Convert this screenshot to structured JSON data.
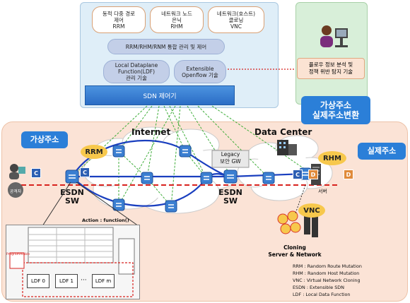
{
  "controller": {
    "top_boxes": [
      {
        "line1": "동적 다중 경로",
        "line2": "제어",
        "line3": "RRM"
      },
      {
        "line1": "네트워크 노드",
        "line2": "은닉",
        "line3": "RHM"
      },
      {
        "line1": "네트워크(호스트)",
        "line2": "클로닝",
        "line3": "VNC"
      }
    ],
    "integrated": "RRM/RHM/RNM 통합 관리 및 제어",
    "ldf": {
      "line1": "Local Dataplane",
      "line2": "Function(LDF)",
      "line3": "관리 기술"
    },
    "openflow": {
      "line1": "Extensible",
      "line2": "Openflow 기술"
    },
    "slab": "SDN 제어기"
  },
  "analyst": {
    "line1": "플로우 정보 분석 및",
    "line2": "정책 위반 탐지 기술"
  },
  "labels": {
    "virtual_address": "가상주소",
    "conversion_line1": "가상주소",
    "conversion_line2": "실제주소변환",
    "real_address": "실제주소",
    "internet": "Internet",
    "data_center": "Data Center",
    "legacy_line1": "Legacy",
    "legacy_line2": "보안 GW",
    "rrm": "RRM",
    "rhm": "RHM",
    "vnc": "VNC",
    "esdn_left_line1": "ESDN",
    "esdn_left_line2": "SW",
    "esdn_right_line1": "ESDN",
    "esdn_right_line2": "SW",
    "attacker": "공격자",
    "server": "서버",
    "cloning_line1": "Cloning",
    "cloning_line2": "Server & Network",
    "action": "Action : function()",
    "packet_c": "C",
    "packet_d": "D"
  },
  "lower_panel": {
    "ldf_boxes": [
      "LDF 0",
      "LDF 1",
      "LDF m"
    ],
    "ellipsis": "···",
    "prog_label": "Programmable"
  },
  "legend": [
    "RRM : Random Route Mutation",
    "RHM : Random Host Mutation",
    "VNC : Virtual Network Cloning",
    "ESDN : Extensible SDN",
    "LDF : Local Data Function"
  ],
  "colors": {
    "blue_route": "#1a3fbf",
    "attack_path": "#d8221e",
    "control_link": "#3fae3a",
    "callout": "#2b7fd8"
  }
}
